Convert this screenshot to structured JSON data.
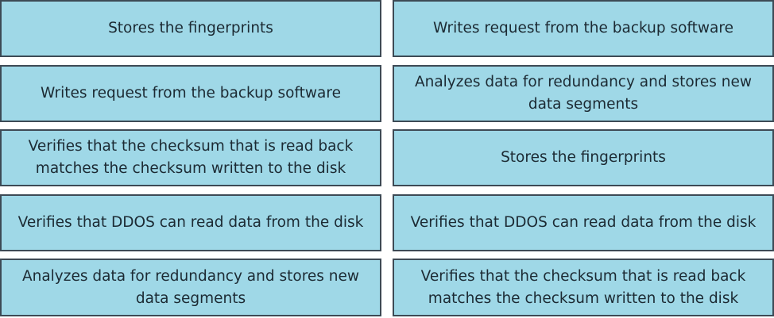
{
  "left": [
    "Stores the fingerprints",
    "Writes request from the backup software",
    "Verifies that the checksum that is read back matches the checksum written to the disk",
    "Verifies that DDOS can read data from the disk",
    "Analyzes data for redundancy and stores new data segments"
  ],
  "right": [
    "Writes request from the backup software",
    "Analyzes data for redundancy and stores new data segments",
    "Stores the fingerprints",
    "Verifies that DDOS can read data from the disk",
    "Verifies that the checksum that is read back matches the checksum written to the disk"
  ]
}
